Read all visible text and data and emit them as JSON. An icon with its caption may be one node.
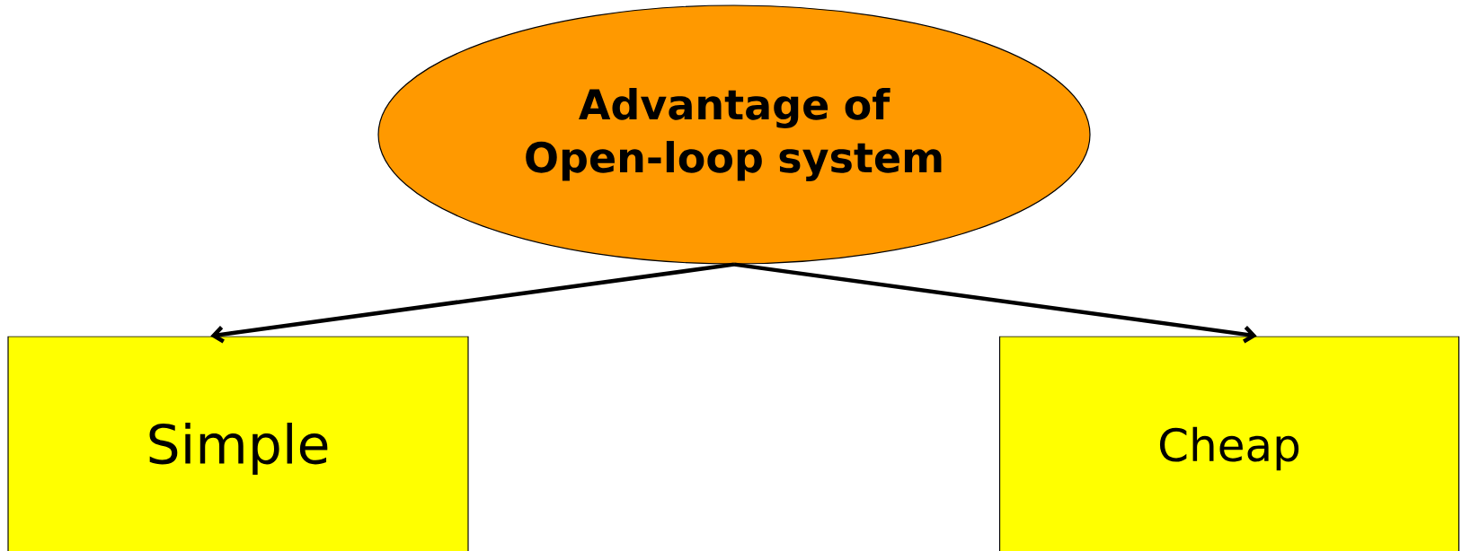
{
  "diagram": {
    "nodes": [
      {
        "text": [
          "Advantage of Open-loop system"
        ]
      },
      {
        "text": [
          "Simple"
        ]
      },
      {
        "text": [
          "Cheap"
        ]
      }
    ],
    "edges": [
      {
        "from": 0,
        "to": 1,
        "arrow": "to"
      },
      {
        "from": 0,
        "to": 2,
        "arrow": "to"
      }
    ]
  }
}
